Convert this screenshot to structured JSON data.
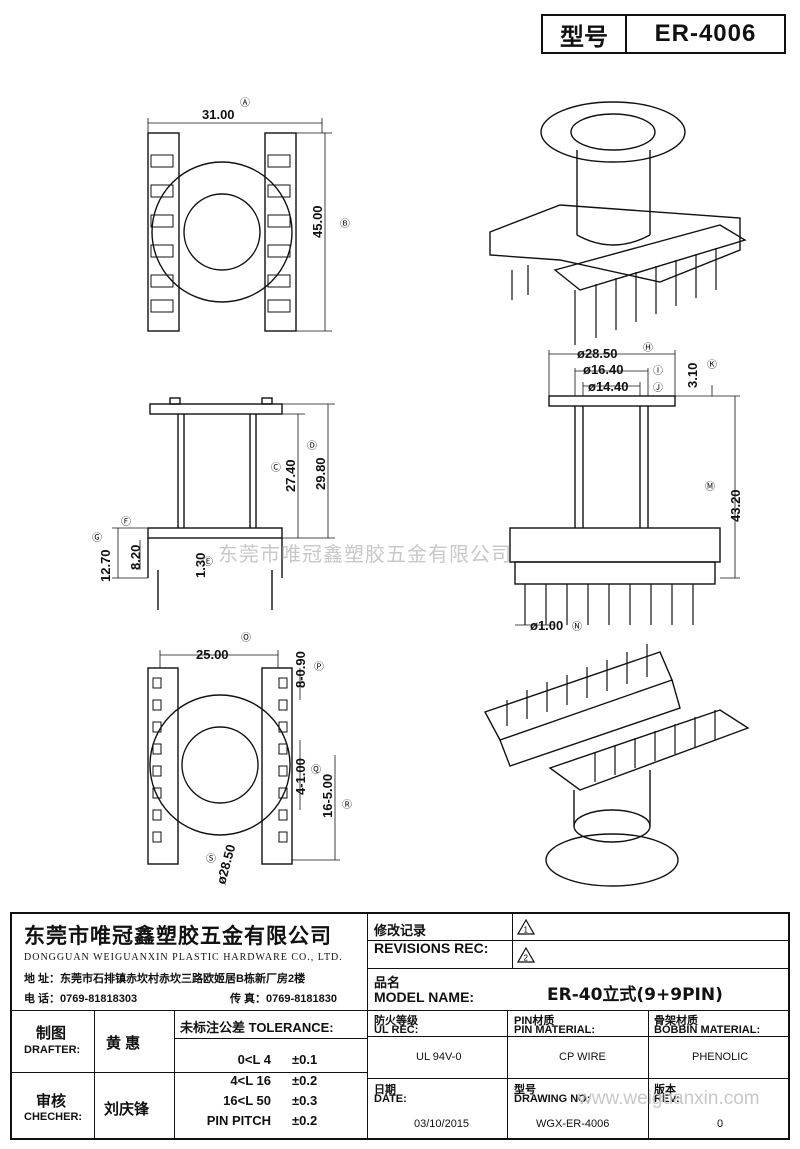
{
  "header": {
    "model_label": "型号",
    "model_value": "ER-4006"
  },
  "dimensions": {
    "A": "Ⓐ",
    "B": "Ⓑ",
    "C": "Ⓒ",
    "D": "Ⓓ",
    "E": "Ⓔ",
    "F": "Ⓕ",
    "G": "Ⓖ",
    "H": "Ⓗ",
    "I": "Ⓘ",
    "J": "Ⓙ",
    "K": "Ⓚ",
    "M": "Ⓜ",
    "N": "Ⓝ",
    "O": "Ⓞ",
    "P": "Ⓟ",
    "Q": "Ⓠ",
    "R": "Ⓡ",
    "S": "Ⓢ",
    "width_a": "31.00",
    "height_b": "45.00",
    "c": "27.40",
    "d": "29.80",
    "e": "1.30",
    "f": "8.20",
    "g": "12.70",
    "h": "ø28.50",
    "i": "ø16.40",
    "j": "ø14.40",
    "k": "3.10",
    "m": "43.20",
    "n": "ø1.00",
    "o": "25.00",
    "p": "8-0.90",
    "q": "4-1.00",
    "r": "16-5.00",
    "s": "ø28.50"
  },
  "watermarks": {
    "company": "东莞市唯冠鑫塑胶五金有限公司",
    "url": "www.weiguanxin.com"
  },
  "titleblock": {
    "company_cn": "东莞市唯冠鑫塑胶五金有限公司",
    "company_en": "DONGGUAN WEIGUANXIN PLASTIC HARDWARE CO., LTD.",
    "address": "地  址：东莞市石排镇赤坎村赤坎三路欧姬居B栋新厂房2楼",
    "phone": "电  话：0769-81818303",
    "fax": "传  真：0769-8181830",
    "revisions_cn": "修改记录",
    "revisions_en": "REVISIONS REC:",
    "rev1": "1",
    "rev2": "2",
    "model_name_cn": "品名",
    "model_name_en": "MODEL NAME:",
    "model_name_value": "ER-40立式(9+9PIN)",
    "drafter_cn": "制图",
    "drafter_en": "DRAFTER:",
    "drafter_value": "黄  惠",
    "checker_cn": "审核",
    "checker_en": "CHECHER:",
    "checker_value": "刘庆锋",
    "tolerance_header": "未标注公差 TOLERANCE:",
    "tolerances": [
      {
        "range": "0<L  4",
        "value": "±0.1"
      },
      {
        "range": "4<L  16",
        "value": "±0.2"
      },
      {
        "range": "16<L  50",
        "value": "±0.3"
      },
      {
        "range": "PIN PITCH",
        "value": "±0.2"
      }
    ],
    "fire_cn": "防火等级",
    "fire_en": "UL REC:",
    "fire_value": "UL 94V-0",
    "pin_mat_cn": "PIN材质",
    "pin_mat_en": "PIN MATERIAL:",
    "pin_mat_value": "CP WIRE",
    "bobbin_cn": "骨架材质",
    "bobbin_en": "BOBBIN MATERIAL:",
    "bobbin_value": "PHENOLIC",
    "date_cn": "日期",
    "date_en": "DATE:",
    "date_value": "03/10/2015",
    "drawing_cn": "型号",
    "drawing_en": "DRAWING NO:",
    "drawing_value": "WGX-ER-4006",
    "rev_cn": "版本",
    "rev_en": "REV:",
    "rev_value": "0"
  }
}
